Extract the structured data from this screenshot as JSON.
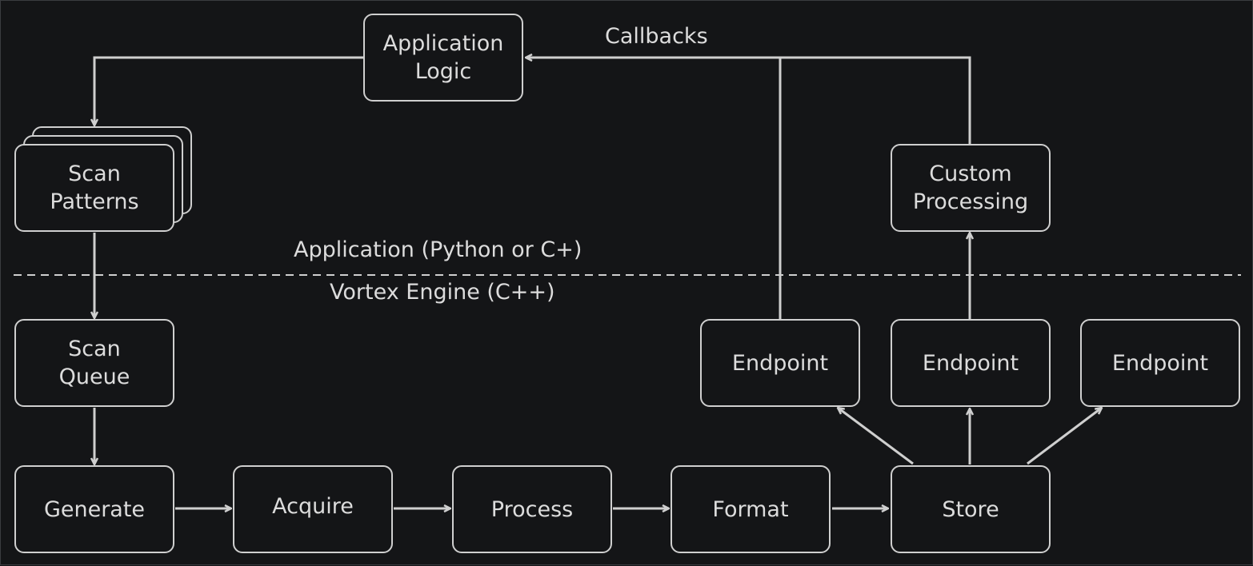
{
  "diagram": {
    "nodes": {
      "app_logic": "Application\nLogic",
      "scan_patterns": "Scan\nPatterns",
      "custom_processing": "Custom\nProcessing",
      "scan_queue": "Scan\nQueue",
      "endpoint_1": "Endpoint",
      "endpoint_2": "Endpoint",
      "endpoint_3": "Endpoint",
      "generate": "Generate",
      "acquire": "Acquire",
      "process": "Process",
      "format": "Format",
      "store": "Store"
    },
    "labels": {
      "callbacks": "Callbacks",
      "application_layer": "Application (Python or C+)",
      "engine_layer": "Vortex Engine (C++)"
    },
    "colors": {
      "background": "#141517",
      "stroke": "#cfcfcf",
      "text": "#dcdcdc"
    }
  }
}
